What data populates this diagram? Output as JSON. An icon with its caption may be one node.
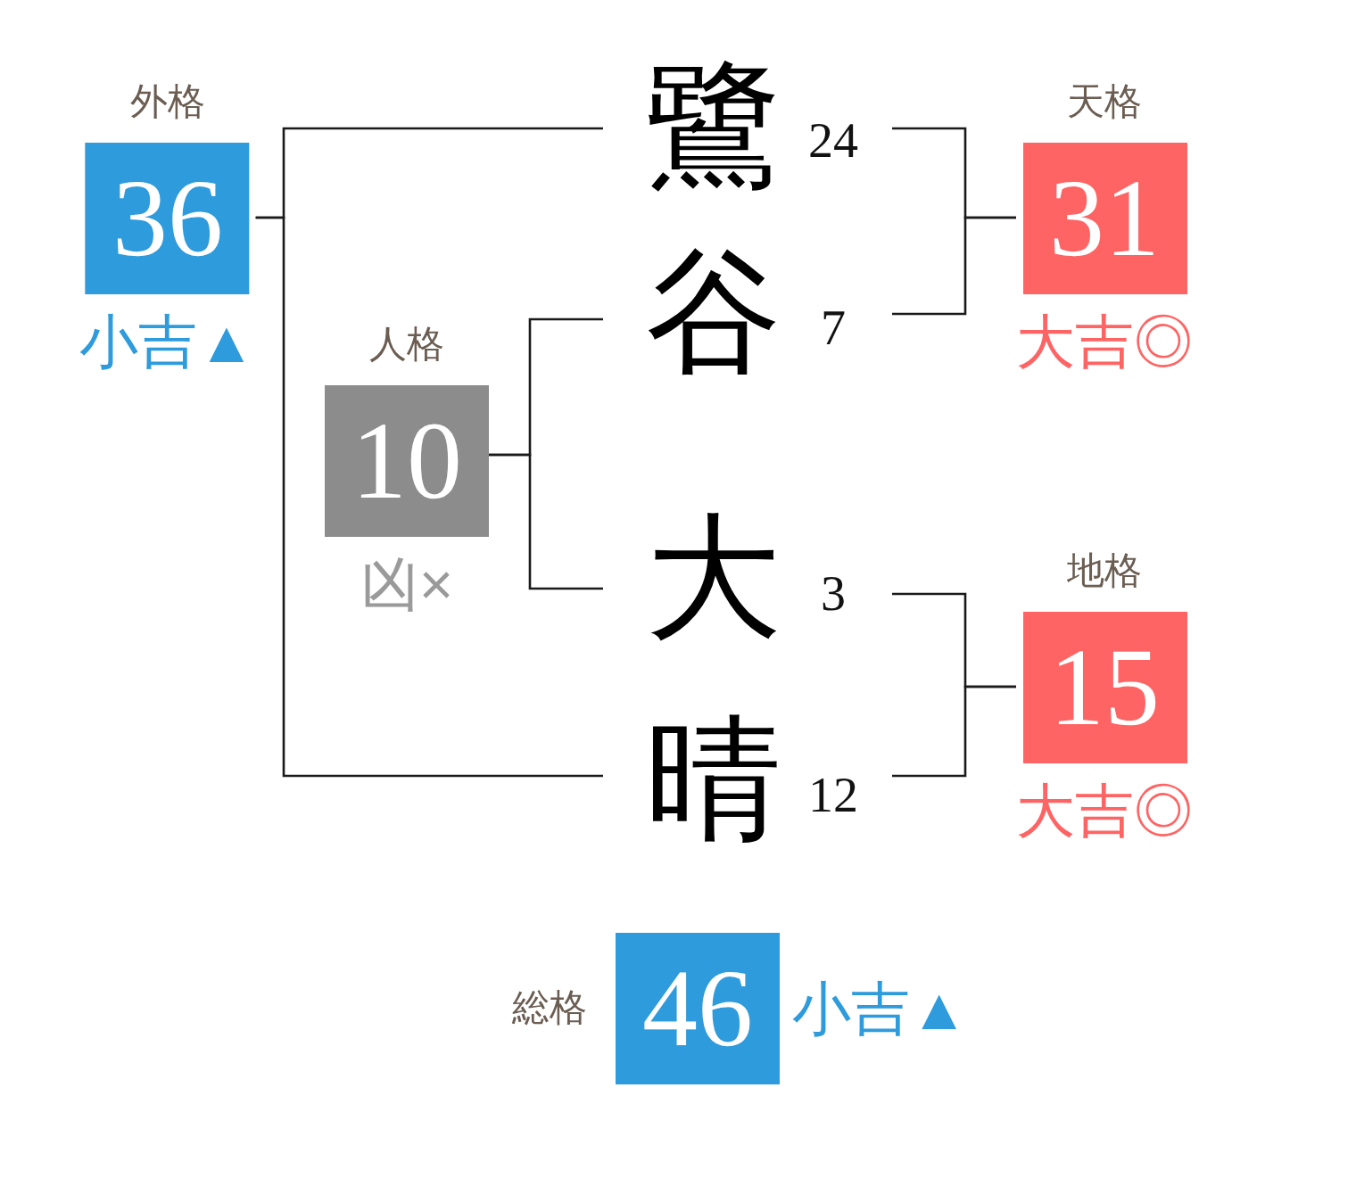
{
  "diagram": {
    "nodes": [
      {
        "text": [
          "外格",
          "36"
        ],
        "beside": [
          "小吉▲"
        ]
      },
      {
        "text": [
          "鷺"
        ],
        "beside": [
          "24"
        ]
      },
      {
        "text": [
          "天格",
          "31"
        ],
        "beside": [
          "大吉◎"
        ]
      },
      {
        "text": [
          "人格",
          "10"
        ],
        "beside": [
          "凶×"
        ]
      },
      {
        "text": [
          "谷"
        ],
        "beside": [
          "7"
        ]
      },
      {
        "text": [
          "大"
        ],
        "beside": [
          "3"
        ]
      },
      {
        "text": [
          "地格",
          "15"
        ],
        "beside": [
          "大吉◎"
        ]
      },
      {
        "text": [
          "晴"
        ],
        "beside": [
          "12"
        ]
      },
      {
        "text": [
          "総格",
          "46"
        ],
        "beside": [
          "小吉▲"
        ]
      }
    ],
    "edges": [
      {
        "from": 1,
        "to": 0,
        "arrow": "none"
      },
      {
        "from": 7,
        "to": 0,
        "arrow": "none"
      },
      {
        "from": 1,
        "to": 2,
        "arrow": "none"
      },
      {
        "from": 4,
        "to": 2,
        "arrow": "none"
      },
      {
        "from": 4,
        "to": 3,
        "arrow": "none"
      },
      {
        "from": 5,
        "to": 3,
        "arrow": "none"
      },
      {
        "from": 5,
        "to": 6,
        "arrow": "none"
      },
      {
        "from": 7,
        "to": 6,
        "arrow": "none"
      }
    ]
  }
}
